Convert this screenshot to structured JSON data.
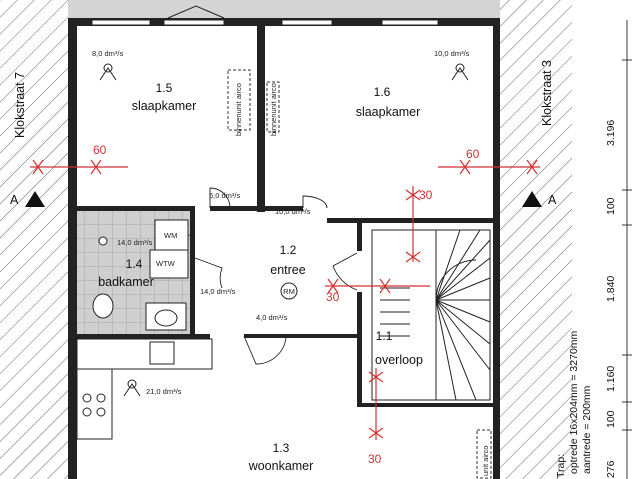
{
  "rooms": {
    "r15": {
      "number": "1.5",
      "name": "slaapkamer"
    },
    "r16": {
      "number": "1.6",
      "name": "slaapkamer"
    },
    "r12": {
      "number": "1.2",
      "name": "entree"
    },
    "r14": {
      "number": "1.4",
      "name": "badkamer"
    },
    "r13": {
      "number": "1.3",
      "name": "woonkamer"
    },
    "r11": {
      "number": "1.1",
      "name": "overloop"
    }
  },
  "flows": {
    "f1": "8,0 dm³/s",
    "f2": "10,0 dm³/s",
    "f3": "6,0 dm³/s",
    "f4": "10,0 dm³/s",
    "f5": "14,0 dm³/s",
    "f6": "14,0 dm³/s",
    "f7": "4,0 dm³/s",
    "f8": "21,0 dm³/s"
  },
  "streets": {
    "left": "Klokstraat 7",
    "right": "Klokstraat 3"
  },
  "section_marks": {
    "left": "A",
    "right": "A"
  },
  "equipment": {
    "airco_left": "binnenunit airco",
    "airco_right": "binnenunit airco",
    "unit_airco": "unit airco",
    "wm": "WM",
    "wtw": "WTW",
    "rm": "RM"
  },
  "markers": {
    "m60a": "60",
    "m60b": "60",
    "m30a": "30",
    "m30b": "30",
    "m30c": "30"
  },
  "dimensions": [
    "3.196",
    "100",
    "1.840",
    "1.160",
    "100",
    "276"
  ],
  "trap": {
    "title": "Trap:",
    "line1": "optrede 16x204mm = 3270mm",
    "line2": "aantrede = 200mm"
  }
}
